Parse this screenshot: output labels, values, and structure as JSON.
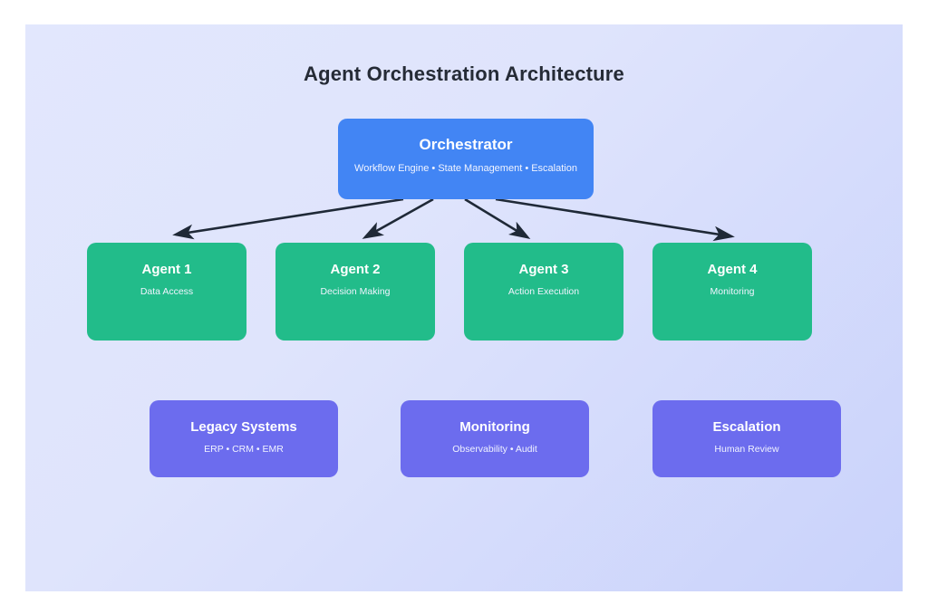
{
  "diagram": {
    "title": "Agent Orchestration Architecture",
    "colors": {
      "page_background": "#ffffff",
      "panel_background_start": "#e2e7fd",
      "panel_background_end": "#c9d2fb",
      "orchestrator": "#4285f4",
      "agent": "#22bc8a",
      "support": "#6c6cee",
      "connector": "#1f2937",
      "title_text": "#252b36",
      "node_text": "#ffffff"
    },
    "orchestrator": {
      "title": "Orchestrator",
      "subtitle": "Workflow Engine • State Management • Escalation"
    },
    "agents": [
      {
        "title": "Agent 1",
        "subtitle": "Data Access"
      },
      {
        "title": "Agent 2",
        "subtitle": "Decision Making"
      },
      {
        "title": "Agent 3",
        "subtitle": "Action Execution"
      },
      {
        "title": "Agent 4",
        "subtitle": "Monitoring"
      }
    ],
    "support_systems": [
      {
        "title": "Legacy Systems",
        "subtitle": "ERP • CRM • EMR"
      },
      {
        "title": "Monitoring",
        "subtitle": "Observability • Audit"
      },
      {
        "title": "Escalation",
        "subtitle": "Human Review"
      }
    ],
    "connections": [
      {
        "from": "Orchestrator",
        "to": "Agent 1",
        "style": "arrow"
      },
      {
        "from": "Orchestrator",
        "to": "Agent 2",
        "style": "arrow"
      },
      {
        "from": "Orchestrator",
        "to": "Agent 3",
        "style": "arrow"
      },
      {
        "from": "Orchestrator",
        "to": "Agent 4",
        "style": "arrow"
      }
    ]
  }
}
